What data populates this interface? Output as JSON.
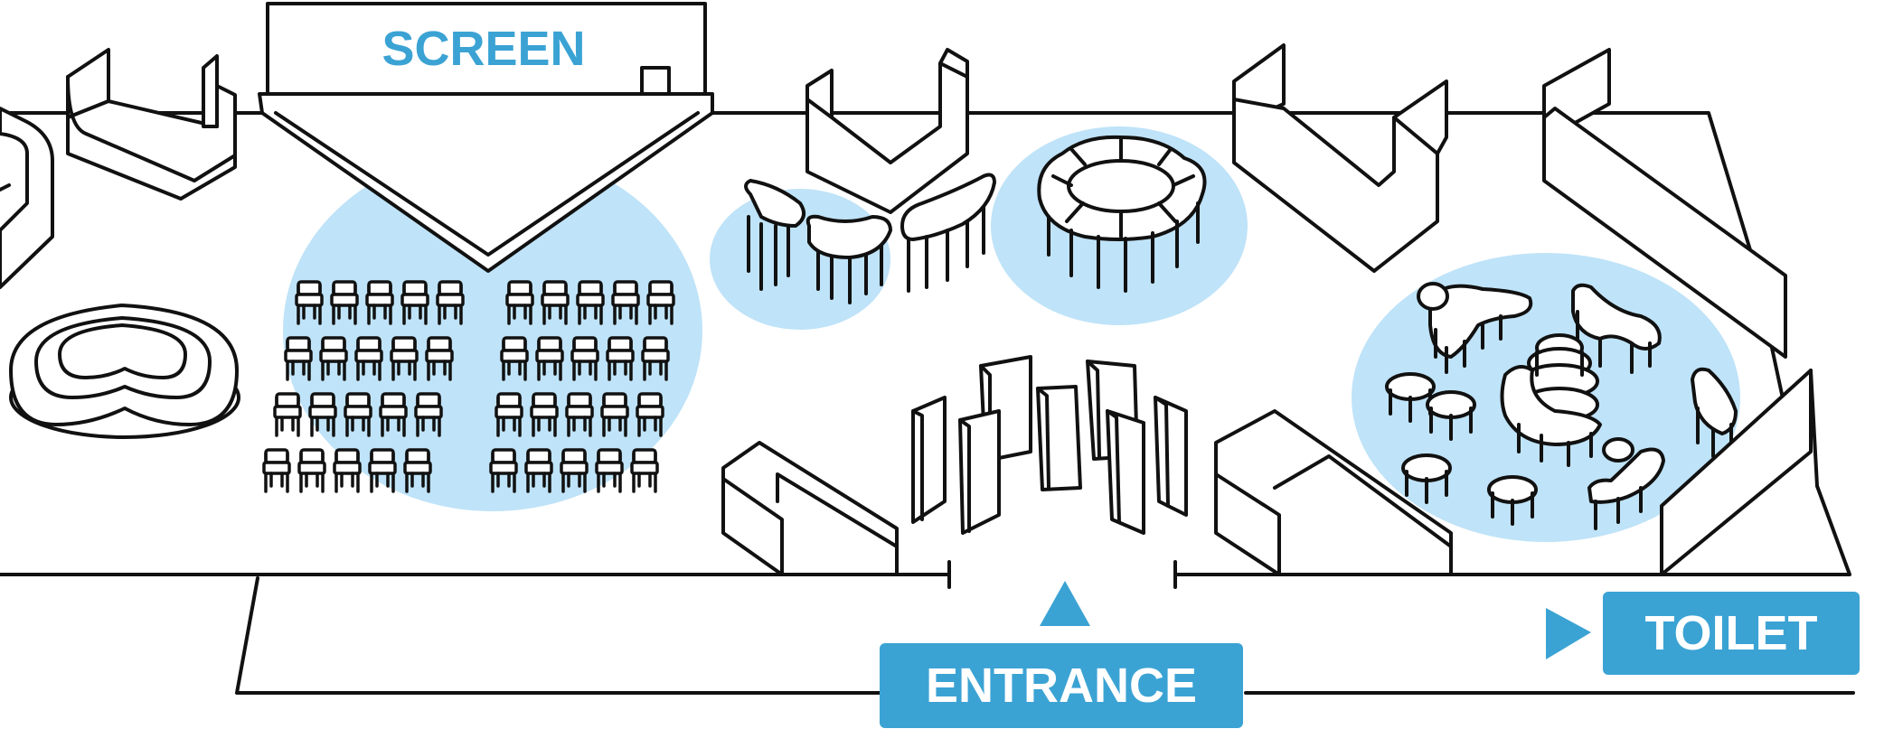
{
  "labels": {
    "screen": "SCREEN",
    "entrance": "ENTRANCE",
    "toilet": "TOILET"
  },
  "colors": {
    "accent": "#3ba3d4",
    "zone": "#bfe3f8",
    "outline": "#111111",
    "background": "#ffffff"
  },
  "seating": {
    "rows": 4,
    "left_block_columns": 5,
    "right_block_columns": 5
  },
  "icons": {
    "entrance_marker": "triangle-up-icon",
    "toilet_marker": "triangle-right-icon"
  }
}
